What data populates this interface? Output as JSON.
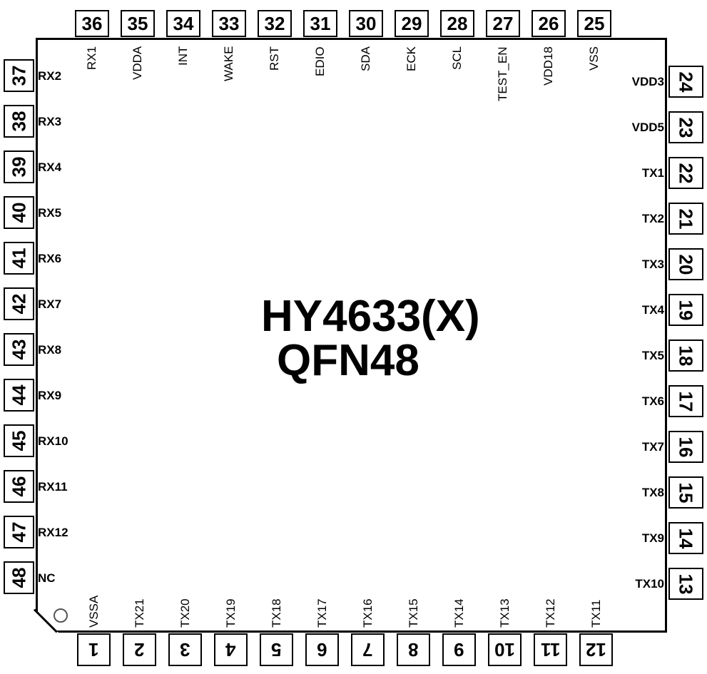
{
  "chip": {
    "name": "HY4633(X)",
    "package": "QFN48"
  },
  "pins": {
    "top": [
      {
        "num": "36",
        "label": "RX1"
      },
      {
        "num": "35",
        "label": "VDDA"
      },
      {
        "num": "34",
        "label": "INT"
      },
      {
        "num": "33",
        "label": "WAKE"
      },
      {
        "num": "32",
        "label": "RST"
      },
      {
        "num": "31",
        "label": "EDIO"
      },
      {
        "num": "30",
        "label": "SDA"
      },
      {
        "num": "29",
        "label": "ECK"
      },
      {
        "num": "28",
        "label": "SCL"
      },
      {
        "num": "27",
        "label": "TEST_EN"
      },
      {
        "num": "26",
        "label": "VDD18"
      },
      {
        "num": "25",
        "label": "VSS"
      }
    ],
    "left": [
      {
        "num": "37",
        "label": "RX2"
      },
      {
        "num": "38",
        "label": "RX3"
      },
      {
        "num": "39",
        "label": "RX4"
      },
      {
        "num": "40",
        "label": "RX5"
      },
      {
        "num": "41",
        "label": "RX6"
      },
      {
        "num": "42",
        "label": "RX7"
      },
      {
        "num": "43",
        "label": "RX8"
      },
      {
        "num": "44",
        "label": "RX9"
      },
      {
        "num": "45",
        "label": "RX10"
      },
      {
        "num": "46",
        "label": "RX11"
      },
      {
        "num": "47",
        "label": "RX12"
      },
      {
        "num": "48",
        "label": "NC"
      }
    ],
    "right": [
      {
        "num": "24",
        "label": "VDD3"
      },
      {
        "num": "23",
        "label": "VDD5"
      },
      {
        "num": "22",
        "label": "TX1"
      },
      {
        "num": "21",
        "label": "TX2"
      },
      {
        "num": "20",
        "label": "TX3"
      },
      {
        "num": "19",
        "label": "TX4"
      },
      {
        "num": "18",
        "label": "TX5"
      },
      {
        "num": "17",
        "label": "TX6"
      },
      {
        "num": "16",
        "label": "TX7"
      },
      {
        "num": "15",
        "label": "TX8"
      },
      {
        "num": "14",
        "label": "TX9"
      },
      {
        "num": "13",
        "label": "TX10"
      }
    ],
    "bottom": [
      {
        "num": "1",
        "label": "VSSA"
      },
      {
        "num": "2",
        "label": "TX21"
      },
      {
        "num": "3",
        "label": "TX20"
      },
      {
        "num": "4",
        "label": "TX19"
      },
      {
        "num": "5",
        "label": "TX18"
      },
      {
        "num": "6",
        "label": "TX17"
      },
      {
        "num": "7",
        "label": "TX16"
      },
      {
        "num": "8",
        "label": "TX15"
      },
      {
        "num": "9",
        "label": "TX14"
      },
      {
        "num": "10",
        "label": "TX13"
      },
      {
        "num": "11",
        "label": "TX12"
      },
      {
        "num": "12",
        "label": "TX11"
      }
    ]
  }
}
